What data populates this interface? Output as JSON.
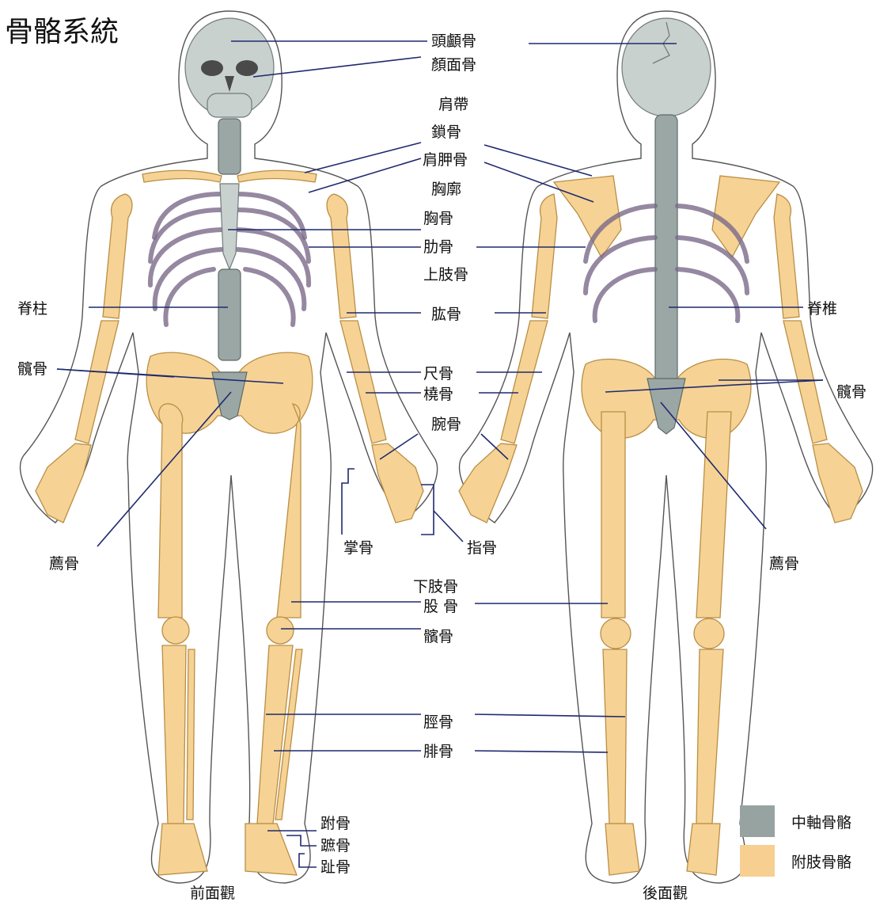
{
  "title": "骨骼系統",
  "views": {
    "front": "前面觀",
    "back": "後面觀"
  },
  "labels": {
    "skull_cranium": "頭顱骨",
    "skull_face": "顏面骨",
    "shoulder_girdle": "肩帶",
    "clavicle": "鎖骨",
    "scapula": "肩胛骨",
    "thorax": "胸廓",
    "sternum": "胸骨",
    "ribs": "肋骨",
    "upper_limb": "上肢骨",
    "humerus": "肱骨",
    "ulna": "尺骨",
    "radius": "橈骨",
    "carpals": "腕骨",
    "metacarpals": "掌骨",
    "phalanges_hand": "指骨",
    "lower_limb": "下肢骨",
    "femur": "股 骨",
    "patella": "髕骨",
    "tibia": "脛骨",
    "fibula": "腓骨",
    "tarsals": "跗骨",
    "metatarsals": "蹠骨",
    "phalanges_foot": "趾骨",
    "spine_front": "脊柱",
    "ilium_front": "髖骨",
    "sacrum_front": "薦骨",
    "spine_back": "脊椎",
    "ilium_back": "髖骨",
    "sacrum_back": "薦骨"
  },
  "legend": [
    {
      "label": "中軸骨骼",
      "color": "#96a3a1"
    },
    {
      "label": "附肢骨骼",
      "color": "#f6cf91"
    }
  ]
}
